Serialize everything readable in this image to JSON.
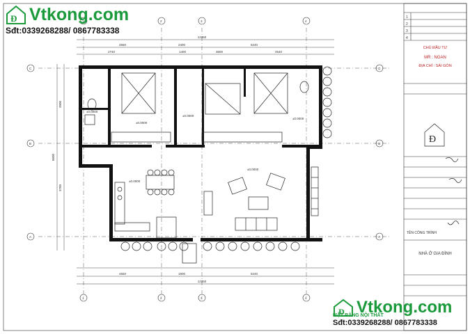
{
  "watermark_top": {
    "brand": "Vtkong.com",
    "phone": "Sđt:0339268288/ 0867783338"
  },
  "watermark_bottom": {
    "brand": "Vtkong.com",
    "caption": "MẶT BẰNG NỘI THẤT",
    "phone": "Sđt:0339268288/ 0867783338"
  },
  "title_block": {
    "owner_header": "CHỦ ĐẦU TƯ",
    "owner_name": "MR : NGAN",
    "address": "ĐỊA CHỈ : SÀI GÒN",
    "project_header": "TÊN CÔNG TRÌNH",
    "project_name": "NHÀ Ở GIA ĐÌNH",
    "rows": [
      "1",
      "2",
      "3",
      "4"
    ]
  },
  "axes": {
    "columns": [
      "1",
      "2",
      "3",
      "4"
    ],
    "rows": [
      "A",
      "B",
      "C"
    ]
  },
  "dimensions": {
    "top_overall": "12350",
    "top_segments": [
      "4650",
      "2400",
      "5240"
    ],
    "bottom_overall": "12350",
    "bottom_segments": [
      "4650",
      "1900",
      "5240"
    ],
    "top_detail": [
      "2740",
      "1400",
      "3600",
      "4540"
    ],
    "left_overall": "8600",
    "left_segments": [
      "3900",
      "3700"
    ]
  },
  "level_marks": [
    "±0.0000",
    "±0.0000",
    "±0.0000",
    "±0.0000",
    "±0.0000",
    "±0.0000"
  ]
}
